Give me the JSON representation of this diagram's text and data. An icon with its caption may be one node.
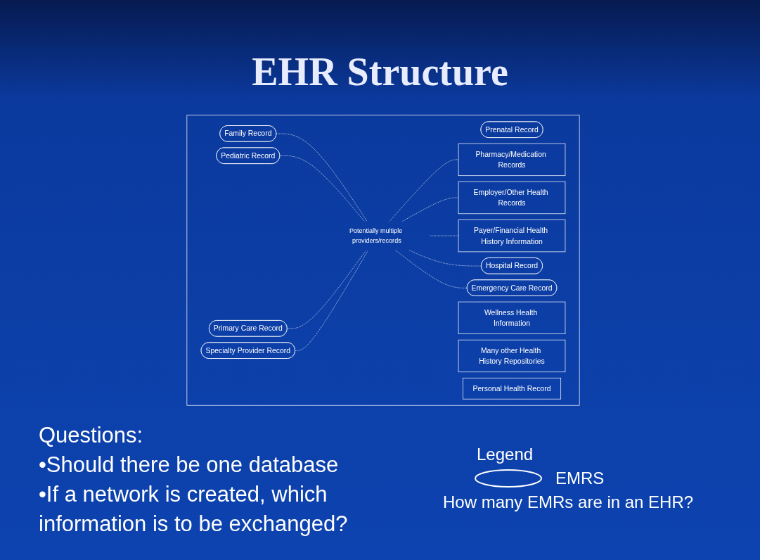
{
  "diagram": {
    "title": "EHR Structure",
    "nodes": [
      {
        "text": [],
        "shape": "box"
      },
      {
        "text": [
          "Prenatal Record"
        ],
        "in": 0
      },
      {
        "text": [
          "Family Record"
        ],
        "in": 0
      },
      {
        "text": [
          "Wellness Health Information"
        ],
        "in": 0
      },
      {
        "text": [
          "Pediatric Record"
        ],
        "in": 0
      },
      {
        "text": [
          "Pharmacy/Medication Records"
        ],
        "in": 0
      },
      {
        "text": [
          "Primary Care Record"
        ],
        "in": 0
      },
      {
        "text": [
          "Potentially multiple providers/records"
        ],
        "in": 0
      },
      {
        "text": [
          "Employer/Other Health Records"
        ],
        "in": 0
      },
      {
        "text": [
          "Specialty Provider Record"
        ],
        "in": 0
      },
      {
        "text": [
          "Payer/Financial Health History Information"
        ],
        "in": 0
      },
      {
        "text": [
          "Hospital Record"
        ],
        "in": 0
      },
      {
        "text": [
          "Emergency Care Record"
        ],
        "in": 0
      },
      {
        "text": [
          "Many other Health History Repositories"
        ],
        "in": 0
      },
      {
        "text": [
          "Personal Health Record"
        ],
        "in": 0
      }
    ],
    "edges": [
      {
        "from": 2,
        "to": 7,
        "arrow": "none",
        "style": "dashed"
      },
      {
        "from": 4,
        "to": 7,
        "arrow": "none",
        "style": "dashed"
      },
      {
        "from": 6,
        "to": 7,
        "arrow": "none",
        "style": "dashed"
      },
      {
        "from": 9,
        "to": 7,
        "arrow": "none",
        "style": "dashed"
      },
      {
        "from": 7,
        "to": 5,
        "arrow": "none",
        "style": "dashed"
      },
      {
        "from": 7,
        "to": 8,
        "arrow": "none",
        "style": "dashed"
      },
      {
        "from": 7,
        "to": 10,
        "arrow": "none",
        "style": "dashed"
      },
      {
        "from": 7,
        "to": 11,
        "arrow": "none",
        "style": "dashed"
      },
      {
        "from": 7,
        "to": 12,
        "arrow": "none",
        "style": "dashed"
      }
    ],
    "labels": [
      "Questions:",
      "•Should there be one database",
      "•If a network is created, which information is to be exchanged?",
      "Legend",
      "How many EMRs are in an EHR?"
    ],
    "legend": [
      {
        "text": "EMRS"
      }
    ]
  }
}
